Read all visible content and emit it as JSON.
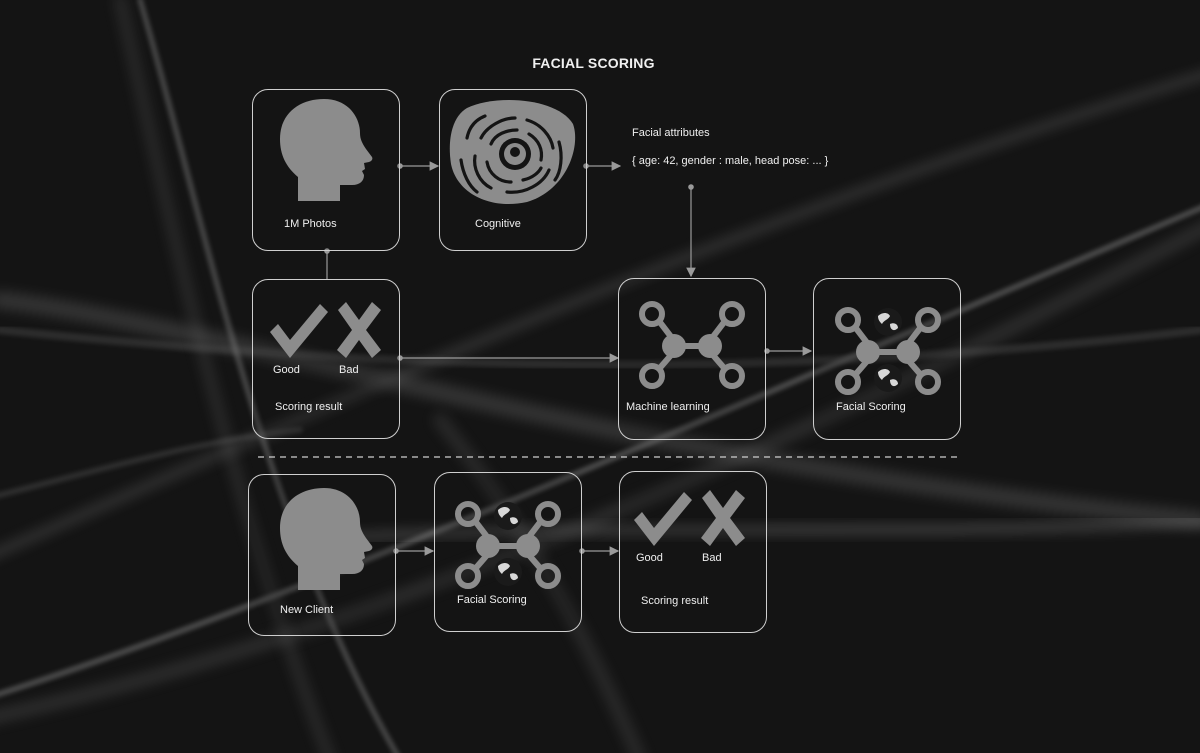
{
  "title": "FACIAL SCORING",
  "training": {
    "photos_label": "1M Photos",
    "cognitive_label": "Cognitive",
    "attributes_title": "Facial attributes",
    "attributes_value": "{ age: 42, gender : male, head pose: ... }",
    "good_label": "Good",
    "bad_label": "Bad",
    "scoring_result_label": "Scoring result",
    "ml_label": "Machine  learning",
    "facial_scoring_label": "Facial Scoring"
  },
  "inference": {
    "new_client_label": "New Client",
    "facial_scoring_label": "Facial Scoring",
    "good_label": "Good",
    "bad_label": "Bad",
    "scoring_result_label": "Scoring result"
  },
  "colors": {
    "background": "#141414",
    "box_border": "#cfcfcf",
    "icon": "#8c8c8c",
    "wire": "#9a9a9a"
  }
}
